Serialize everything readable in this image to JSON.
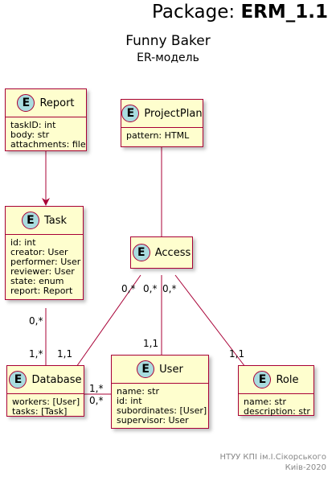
{
  "package": {
    "prefix": "Package: ",
    "name": "ERM_1.1"
  },
  "title": "Funny Baker",
  "subtitle": "ER-модель",
  "footer": {
    "line1": "НТУУ КПІ ім.І.Сікорського",
    "line2": "Киів-2020"
  },
  "badge_letter": "E",
  "colors": {
    "fill": "#FEFECE",
    "border": "#A80036",
    "badge": "#A9DCDF",
    "line": "#A80036"
  },
  "entities": {
    "report": {
      "name": "Report",
      "attributes": [
        "taskID: int",
        "body: str",
        "attachments: file"
      ]
    },
    "project_plan": {
      "name": "ProjectPlan",
      "attributes": [
        "pattern: HTML"
      ]
    },
    "task": {
      "name": "Task",
      "attributes": [
        "id: int",
        "creator: User",
        "performer: User",
        "reviewer: User",
        "state: enum",
        "report: Report"
      ]
    },
    "access": {
      "name": "Access",
      "attributes": []
    },
    "database": {
      "name": "Database",
      "attributes": [
        "workers: [User]",
        "tasks: [Task]"
      ]
    },
    "user": {
      "name": "User",
      "attributes": [
        "name: str",
        "id: int",
        "subordinates: [User]",
        "supervisor: User"
      ]
    },
    "role": {
      "name": "Role",
      "attributes": [
        "name: str",
        "description: str"
      ]
    }
  },
  "multiplicities": {
    "task_db_task": "0,*",
    "task_db_db": "1,*",
    "access_db_access": "0,*",
    "access_db_db": "1,1",
    "access_user_access": "0,*",
    "access_user_user": "1,1",
    "access_role_access": "0,*",
    "access_role_role": "1,1",
    "db_user_db_top": "1,*",
    "db_user_db_bottom": "0,*"
  }
}
